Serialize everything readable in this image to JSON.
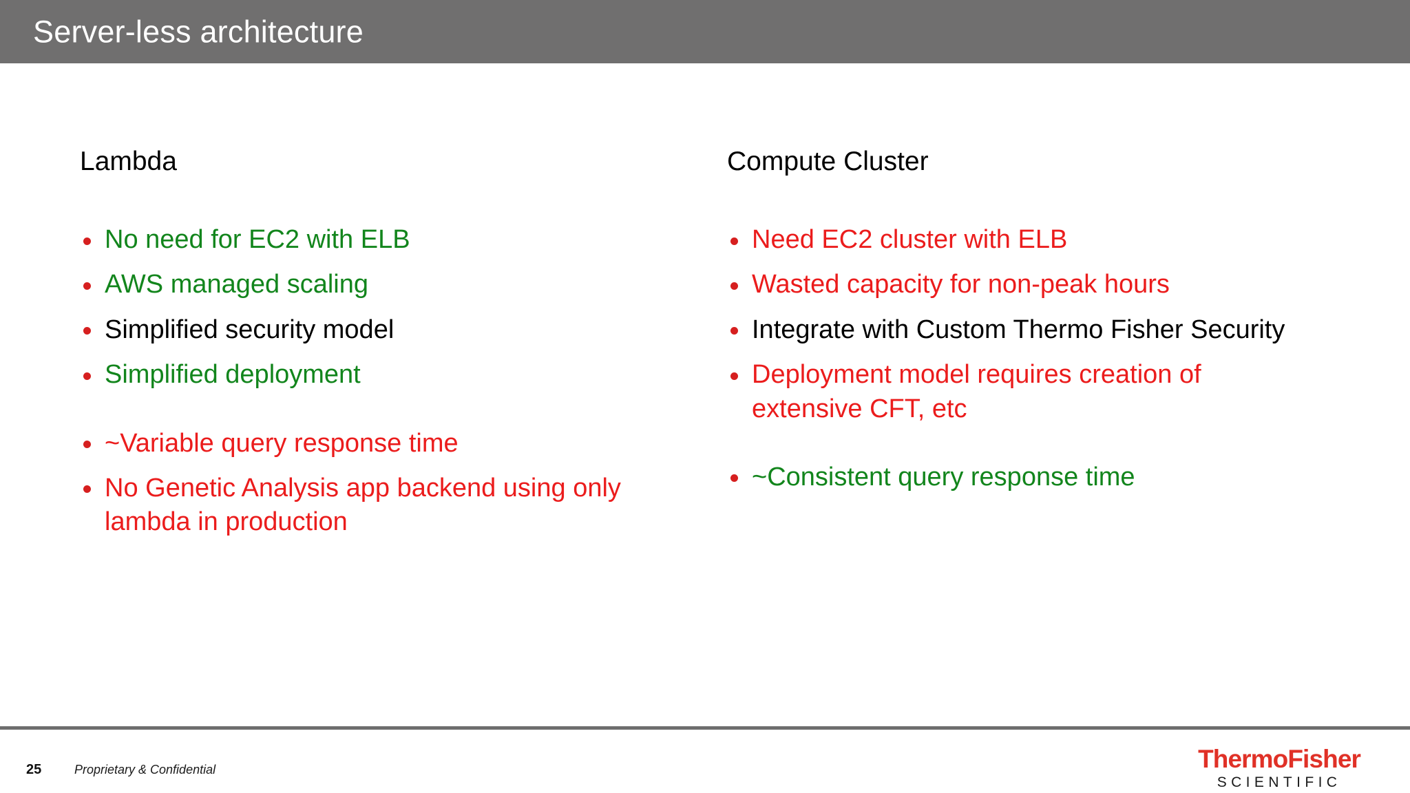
{
  "slide": {
    "title": "Server-less architecture",
    "title_band_color": "#706F6F",
    "background_color": "#FFFFFF"
  },
  "colors": {
    "green": "#12851C",
    "red": "#EB1C1C",
    "black": "#000000",
    "bullet_dot": "#D61F1F",
    "brand_red": "#E03127",
    "rule_gray": "#6E6E6E"
  },
  "columns": {
    "left": {
      "heading": "Lambda",
      "bullets": [
        {
          "text": "No need for EC2 with ELB",
          "color": "green"
        },
        {
          "text": "AWS managed scaling",
          "color": "green"
        },
        {
          "text": "Simplified security model",
          "color": "black"
        },
        {
          "text": "Simplified deployment",
          "color": "green"
        },
        {
          "text": "",
          "color": "black",
          "spacer": true
        },
        {
          "text": "~Variable query response time",
          "color": "red"
        },
        {
          "text": "No Genetic Analysis app backend using only lambda in production",
          "color": "red"
        }
      ]
    },
    "right": {
      "heading": "Compute Cluster",
      "bullets": [
        {
          "text": "Need EC2 cluster with ELB",
          "color": "red"
        },
        {
          "text": "Wasted capacity for non-peak hours",
          "color": "red"
        },
        {
          "text": "Integrate with Custom Thermo Fisher Security",
          "color": "black"
        },
        {
          "text": "Deployment model requires creation of extensive CFT, etc",
          "color": "red"
        },
        {
          "text": "",
          "color": "black",
          "spacer": true
        },
        {
          "text": "~Consistent query response time",
          "color": "green"
        }
      ]
    }
  },
  "footer": {
    "page_number": "25",
    "confidential_note": "Proprietary & Confidential",
    "logo": {
      "wordmark": "ThermoFisher",
      "tagline": "SCIENTIFIC"
    }
  }
}
